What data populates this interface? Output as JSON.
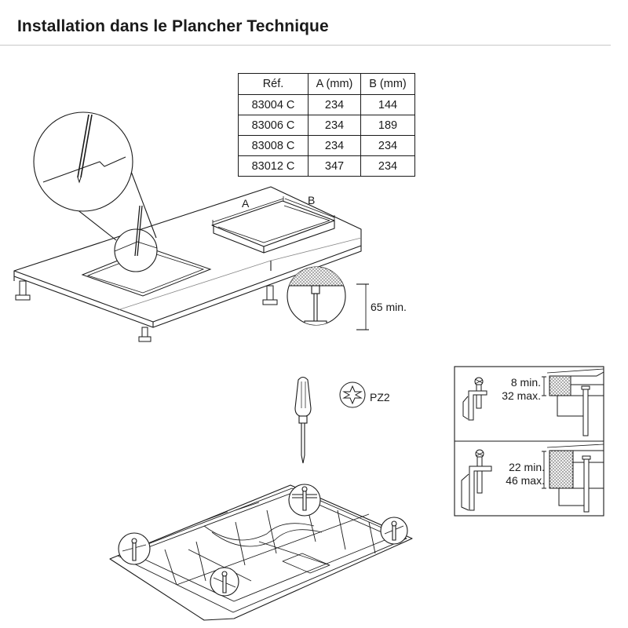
{
  "header": {
    "title": "Installation dans le Plancher Technique"
  },
  "table": {
    "columns": [
      "Réf.",
      "A (mm)",
      "B (mm)"
    ],
    "rows": [
      [
        "83004 C",
        "234",
        "144"
      ],
      [
        "83006 C",
        "234",
        "189"
      ],
      [
        "83008 C",
        "234",
        "234"
      ],
      [
        "83012 C",
        "347",
        "234"
      ]
    ]
  },
  "labels": {
    "dim_a": "A",
    "dim_b": "B",
    "height_min": "65 min.",
    "screwdriver_type": "PZ2",
    "clamp_top_min": "8 min.",
    "clamp_top_max": "32 max.",
    "clamp_bottom_min": "22 min.",
    "clamp_bottom_max": "46 max."
  },
  "icons": [
    "screwdriver-icon",
    "pozidriv-icon"
  ],
  "colors": {
    "line": "#1a1a1a",
    "rule": "#c8c8c8"
  }
}
